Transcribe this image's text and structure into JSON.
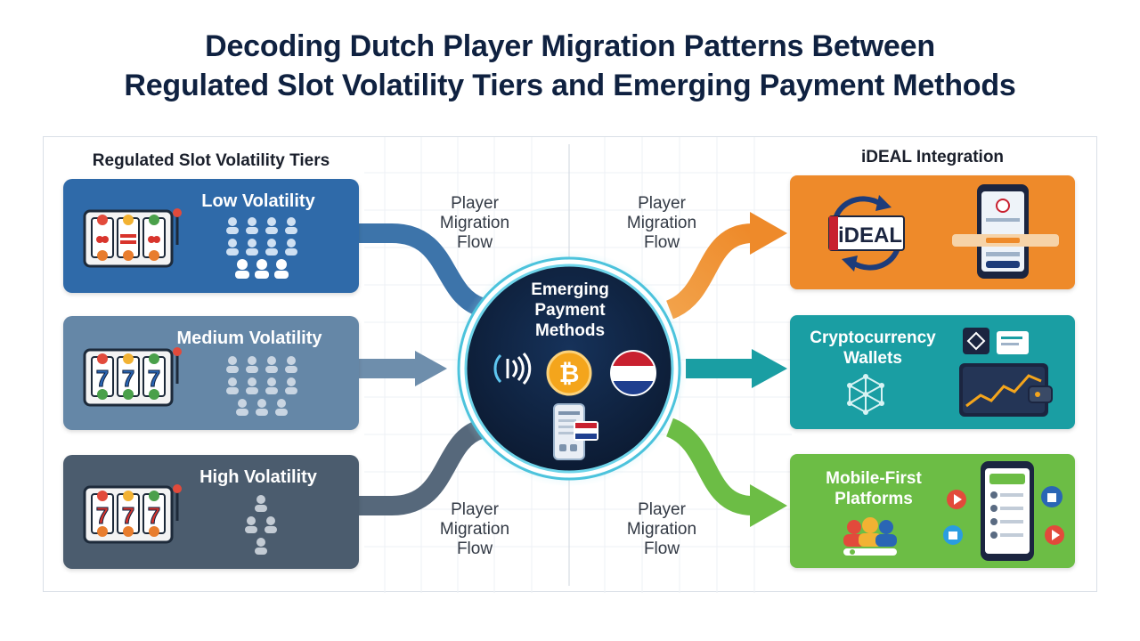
{
  "title": {
    "line1": "Decoding Dutch Player Migration Patterns Between",
    "line2": "Regulated Slot Volatility Tiers and Emerging Payment Methods"
  },
  "left_section": {
    "heading": "Regulated Slot Volatility Tiers",
    "tiers": [
      {
        "label": "Low Volatility",
        "color": "#2f6aa9"
      },
      {
        "label": "Medium Volatility",
        "color": "#6587a7"
      },
      {
        "label": "High Volatility",
        "color": "#4b5c6e"
      }
    ]
  },
  "flow_labels": [
    "Player\nMigration\nFlow",
    "Player\nMigration\nFlow",
    "Player\nMigration\nFlow",
    "Player\nMigration\nFlow"
  ],
  "hub": {
    "label": "Emerging\nPayment\nMethods",
    "icons": [
      "nfc-icon",
      "bitcoin-icon",
      "netherlands-flag-icon",
      "mobile-payment-icon"
    ]
  },
  "right_section": {
    "heading": "iDEAL Integration",
    "methods": [
      {
        "label": "",
        "logo_text": "iDEAL",
        "color": "#ee8a2a"
      },
      {
        "label": "Cryptocurrency\nWallets",
        "color": "#1a9ea3"
      },
      {
        "label": "Mobile-First\nPlatforms",
        "color": "#6cbd45"
      }
    ]
  },
  "slot_reel_symbols": {
    "low": "",
    "medium": "777",
    "high": "777"
  }
}
